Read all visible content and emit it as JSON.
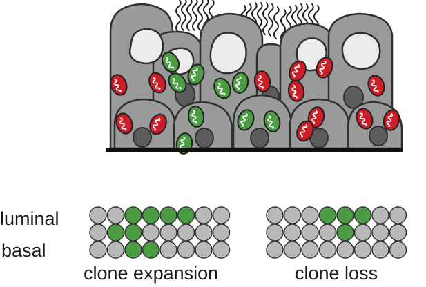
{
  "labels": {
    "luminal": "luminal",
    "basal": "basal",
    "clone_expansion": "clone expansion",
    "clone_loss": "clone loss"
  },
  "colors": {
    "cell_fill": "#9a9a9a",
    "cell_stroke": "#2f2f2f",
    "nucleus_luminal": "#ececec",
    "nucleus_basal": "#5c5c5c",
    "mito_red": "#cc1f2a",
    "mito_green": "#4b9c43",
    "grid_grey": "#b9b9b9",
    "grid_green": "#4b9c43",
    "membrane": "#111111"
  },
  "grids": {
    "clone_expansion": [
      [
        0,
        0,
        1,
        1,
        1,
        1,
        0,
        0
      ],
      [
        0,
        1,
        1,
        0,
        0,
        0,
        0,
        0
      ],
      [
        0,
        0,
        1,
        1,
        0,
        0,
        0,
        0
      ]
    ],
    "clone_loss": [
      [
        0,
        0,
        0,
        1,
        1,
        1,
        0,
        0
      ],
      [
        0,
        0,
        0,
        0,
        1,
        0,
        0,
        0
      ],
      [
        0,
        0,
        0,
        0,
        0,
        0,
        0,
        0
      ]
    ]
  }
}
